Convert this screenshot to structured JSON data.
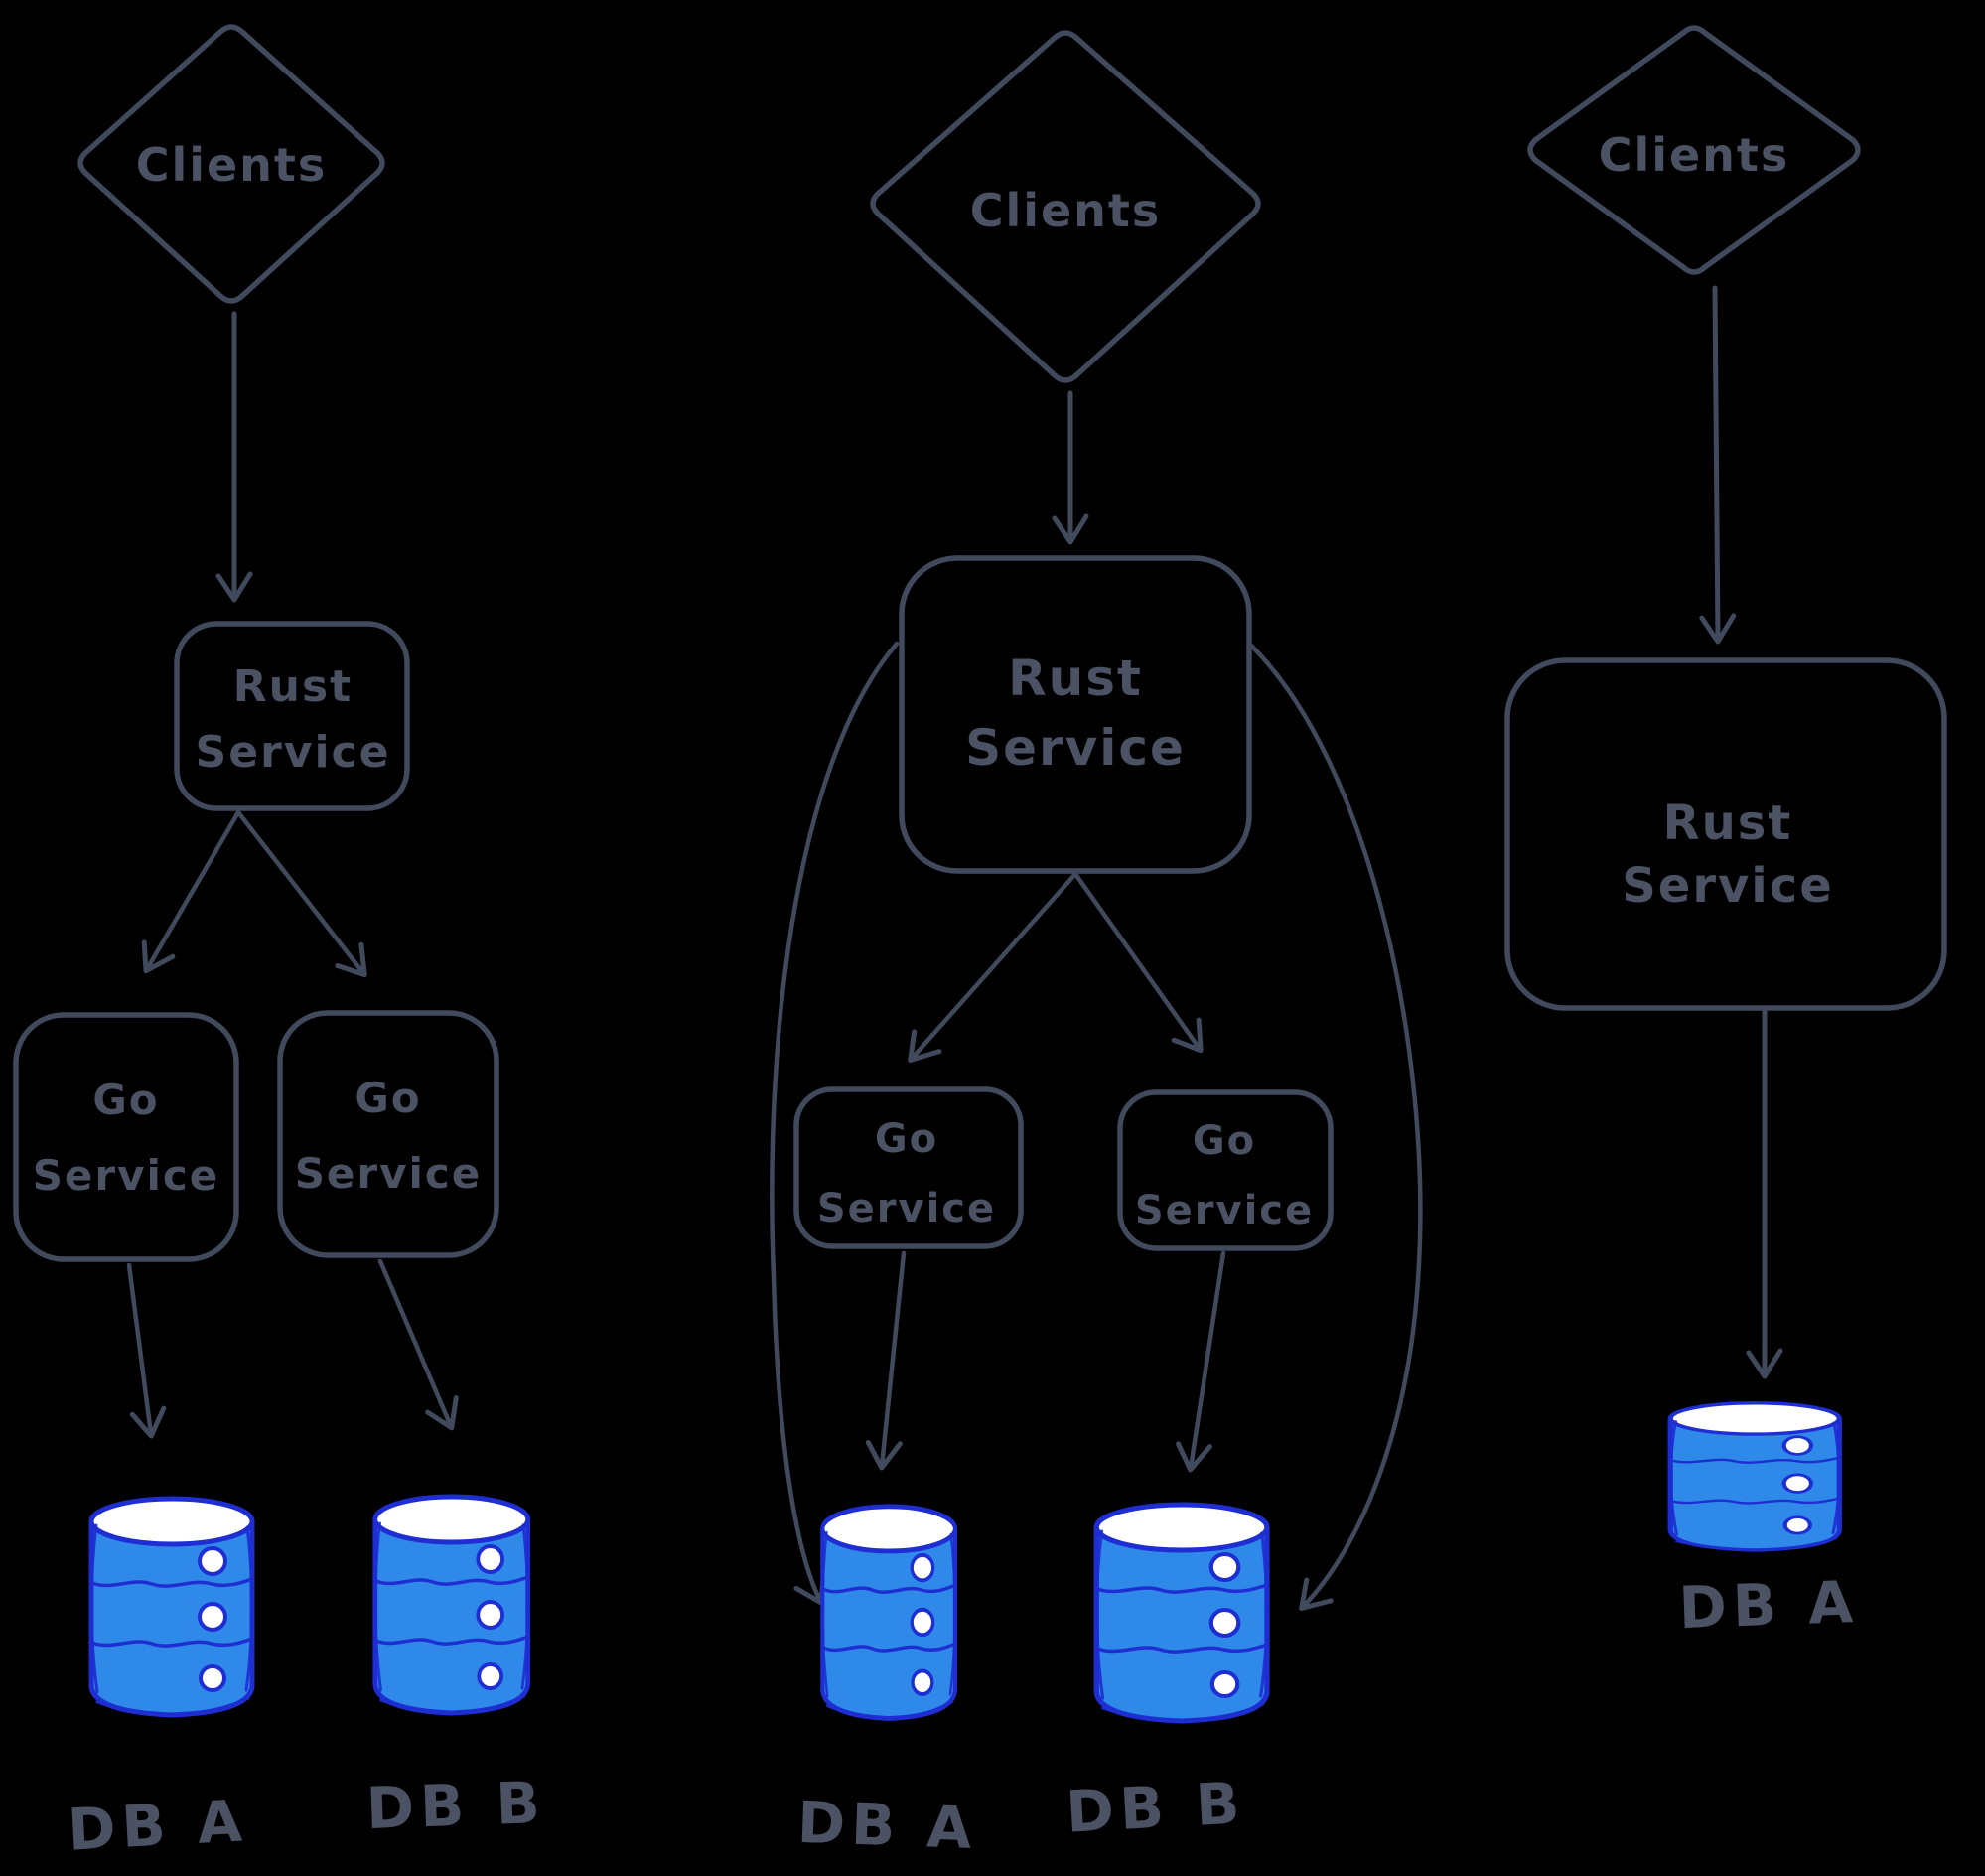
{
  "colors": {
    "background": "#000000",
    "ink": "#414a5c",
    "text_ink": "#4a5263",
    "db_fill": "#2e89e8",
    "db_stroke": "#1e2ed2",
    "db_top": "#ffffff"
  },
  "diagrams": [
    {
      "clients": "Clients",
      "rust_l1": "Rust",
      "rust_l2": "Service",
      "go_left_l1": "Go",
      "go_left_l2": "Service",
      "go_right_l1": "Go",
      "go_right_l2": "Service",
      "db_left": "DB A",
      "db_right": "DB B"
    },
    {
      "clients": "Clients",
      "rust_l1": "Rust",
      "rust_l2": "Service",
      "go_left_l1": "Go",
      "go_left_l2": "Service",
      "go_right_l1": "Go",
      "go_right_l2": "Service",
      "db_left": "DB A",
      "db_right": "DB B"
    },
    {
      "clients": "Clients",
      "rust_l1": "Rust",
      "rust_l2": "Service",
      "db": "DB A"
    }
  ]
}
